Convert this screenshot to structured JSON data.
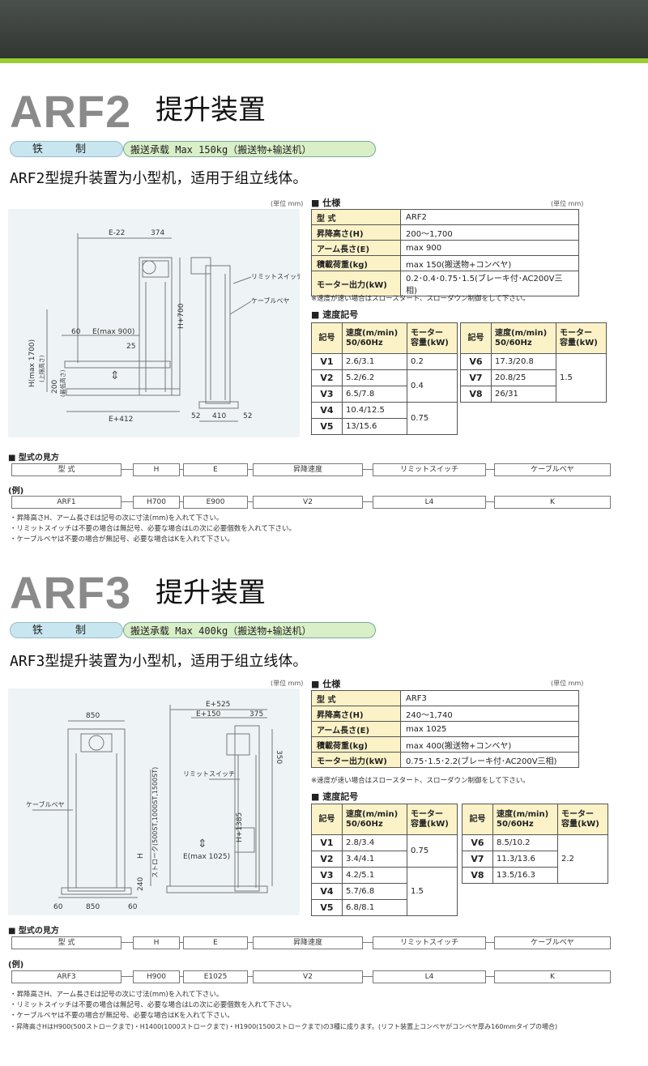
{
  "arf2": {
    "model": "ARF2",
    "title_cn": "提升装置",
    "material": "铁 制",
    "capacity": "搬送承载 Max 150kg（搬送物+输送机）",
    "description": "ARF2型提升装置为小型机，适用于组立线体。",
    "unit": "(単位 mm)",
    "drawing_labels": {
      "e22": "E-22",
      "d374": "374",
      "h700": "H+700",
      "limit": "リミットスイッチ",
      "cable": "ケーブルベヤ",
      "h1700": "H(max 1700)",
      "upper": "(上限高さ)",
      "d60": "60",
      "emax": "E(max 900)",
      "d25": "25",
      "d200": "200",
      "lower": "(最低高さ)",
      "e412": "E+412",
      "d52a": "52",
      "d410": "410",
      "d52b": "52"
    },
    "spec_heading": "■ 仕様",
    "spec_unit": "(単位 mm)",
    "spec": [
      {
        "k": "型 式",
        "v": "ARF2"
      },
      {
        "k": "昇降高さ(H)",
        "v": "200～1,700"
      },
      {
        "k": "アーム長さ(E)",
        "v": "max 900"
      },
      {
        "k": "積載荷重(kg)",
        "v": "max 150(搬送物+コンベヤ)"
      },
      {
        "k": "モーター出力(kW)",
        "v": "0.2･0.4･0.75･1.5(ブレーキ付･AC200V三相)"
      }
    ],
    "spec_note": "※速度が速い場合はスロースタート、スローダウン制御をして下さい。",
    "speed_heading": "■ 速度記号",
    "speed_headers": {
      "code": "記号",
      "speed": "速度(m/min) 50/60Hz",
      "motor": "モーター 容量(kW)"
    },
    "speed_left": [
      {
        "c": "V1",
        "s": "2.6/3.1",
        "m": "0.2"
      },
      {
        "c": "V2",
        "s": "5.2/6.2",
        "m": "0.4"
      },
      {
        "c": "V3",
        "s": "6.5/7.8",
        "m": ""
      },
      {
        "c": "V4",
        "s": "10.4/12.5",
        "m": "0.75"
      },
      {
        "c": "V5",
        "s": "13/15.6",
        "m": ""
      }
    ],
    "speed_right": [
      {
        "c": "V6",
        "s": "17.3/20.8",
        "m": "1.5"
      },
      {
        "c": "V7",
        "s": "20.8/25",
        "m": ""
      },
      {
        "c": "V8",
        "s": "26/31",
        "m": ""
      }
    ],
    "howto_heading": "■ 型式の見方",
    "howto": [
      "型 式",
      "H",
      "E",
      "昇降速度",
      "リミットスイッチ",
      "ケーブルベヤ"
    ],
    "example_label": "(例)",
    "example": [
      "ARF1",
      "H700",
      "E900",
      "V2",
      "L4",
      "K"
    ],
    "notes": [
      "・昇降高さH、アーム長さEは記号の次に寸法(mm)を入れて下さい。",
      "・リミットスイッチは不要の場合は無記号、必要な場合はLの次に必要個数を入れて下さい。",
      "・ケーブルベヤは不要の場合が無記号、必要な場合はKを入れて下さい。"
    ]
  },
  "arf3": {
    "model": "ARF3",
    "title_cn": "提升装置",
    "material": "铁 制",
    "capacity": "搬送承载 Max 400kg（搬送物+输送机）",
    "description": "ARF3型提升装置为小型机，适用于组立线体。",
    "unit": "(単位 mm)",
    "drawing_labels": {
      "d850top": "850",
      "e525": "E+525",
      "e150": "E+150",
      "d375": "375",
      "d350": "350",
      "limit": "リミットスイッチ",
      "cable": "ケーブルベヤ",
      "stroke": "ストローク(500ST,1000ST,1500ST)",
      "h": "H",
      "h1385": "H+1385",
      "e1025": "E(max 1025)",
      "d240": "240",
      "d60a": "60",
      "d850": "850",
      "d60b": "60"
    },
    "spec_heading": "■ 仕様",
    "spec_unit": "(単位 mm)",
    "spec": [
      {
        "k": "型 式",
        "v": "ARF3"
      },
      {
        "k": "昇降高さ(H)",
        "v": "240～1,740"
      },
      {
        "k": "アーム長さ(E)",
        "v": "max 1025"
      },
      {
        "k": "積載荷重(kg)",
        "v": "max 400(搬送物+コンベヤ)"
      },
      {
        "k": "モーター出力(kW)",
        "v": "0.75･1.5･2.2(ブレーキ付･AC200V三相)"
      }
    ],
    "spec_note": "※速度が速い場合はスロースタート、スローダウン制御をして下さい。",
    "speed_heading": "■ 速度記号",
    "speed_headers": {
      "code": "記号",
      "speed": "速度(m/min) 50/60Hz",
      "motor": "モーター 容量(kW)"
    },
    "speed_left": [
      {
        "c": "V1",
        "s": "2.8/3.4",
        "m": "0.75"
      },
      {
        "c": "V2",
        "s": "3.4/4.1",
        "m": ""
      },
      {
        "c": "V3",
        "s": "4.2/5.1",
        "m": "1.5"
      },
      {
        "c": "V4",
        "s": "5.7/6.8",
        "m": ""
      },
      {
        "c": "V5",
        "s": "6.8/8.1",
        "m": ""
      }
    ],
    "speed_right": [
      {
        "c": "V6",
        "s": "8.5/10.2",
        "m": "2.2"
      },
      {
        "c": "V7",
        "s": "11.3/13.6",
        "m": ""
      },
      {
        "c": "V8",
        "s": "13.5/16.3",
        "m": ""
      }
    ],
    "howto_heading": "■ 型式の見方",
    "howto": [
      "型 式",
      "H",
      "E",
      "昇降速度",
      "リミットスイッチ",
      "ケーブルベヤ"
    ],
    "example_label": "(例)",
    "example": [
      "ARF3",
      "H900",
      "E1025",
      "V2",
      "L4",
      "K"
    ],
    "notes": [
      "・昇降高さH、アーム長さEは記号の次に寸法(mm)を入れて下さい。",
      "・リミットスイッチは不要の場合は無記号、必要な場合はLの次に必要個数を入れて下さい。",
      "・ケーブルベヤは不要の場合が無記号、必要な場合はKを入れて下さい。",
      "・昇降高さHはH900(500ストロークまで)・H1400(1000ストロークまで)・H1900(1500ストロークまで)の3種に成ります。(リフト装置上コンベヤがコンベヤ厚み160mmタイプの場合)"
    ]
  }
}
